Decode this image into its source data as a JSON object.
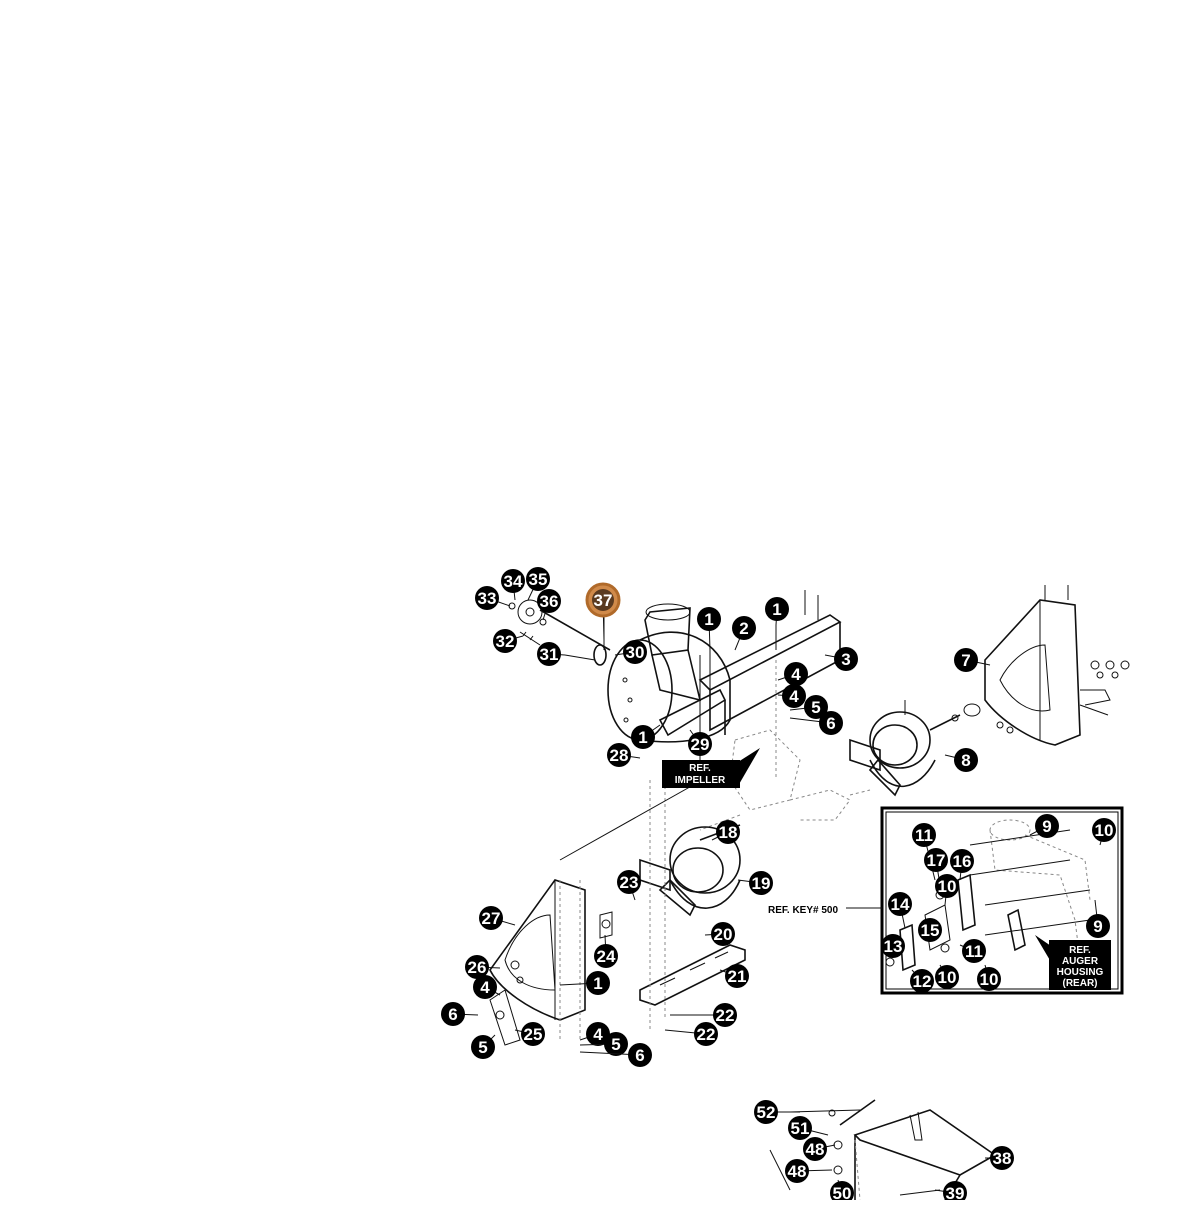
{
  "callouts": [
    {
      "label": "33"
    },
    {
      "label": "34"
    },
    {
      "label": "35"
    },
    {
      "label": "36"
    },
    {
      "label": "37",
      "highlight": true
    },
    {
      "label": "32"
    },
    {
      "label": "31"
    },
    {
      "label": "30"
    },
    {
      "label": "1"
    },
    {
      "label": "1"
    },
    {
      "label": "2"
    },
    {
      "label": "3"
    },
    {
      "label": "4"
    },
    {
      "label": "4"
    },
    {
      "label": "5"
    },
    {
      "label": "6"
    },
    {
      "label": "7"
    },
    {
      "label": "1"
    },
    {
      "label": "29"
    },
    {
      "label": "28"
    },
    {
      "label": "8"
    },
    {
      "label": "9"
    },
    {
      "label": "10"
    },
    {
      "label": "11"
    },
    {
      "label": "18"
    },
    {
      "label": "17"
    },
    {
      "label": "16"
    },
    {
      "label": "19"
    },
    {
      "label": "23"
    },
    {
      "label": "14"
    },
    {
      "label": "10"
    },
    {
      "label": "27"
    },
    {
      "label": "9"
    },
    {
      "label": "15"
    },
    {
      "label": "24"
    },
    {
      "label": "13"
    },
    {
      "label": "11"
    },
    {
      "label": "20"
    },
    {
      "label": "26"
    },
    {
      "label": "10"
    },
    {
      "label": "12"
    },
    {
      "label": "10"
    },
    {
      "label": "21"
    },
    {
      "label": "1"
    },
    {
      "label": "4"
    },
    {
      "label": "6"
    },
    {
      "label": "25"
    },
    {
      "label": "22"
    },
    {
      "label": "5"
    },
    {
      "label": "4"
    },
    {
      "label": "5"
    },
    {
      "label": "22"
    },
    {
      "label": "6"
    },
    {
      "label": "52"
    },
    {
      "label": "51"
    },
    {
      "label": "48"
    },
    {
      "label": "38"
    },
    {
      "label": "48"
    },
    {
      "label": "50"
    },
    {
      "label": "39"
    }
  ],
  "labels": {
    "ref_impeller_line1": "REF.",
    "ref_impeller_line2": "IMPELLER",
    "ref_key": "REF. KEY# 500",
    "ref_auger_line1": "REF.",
    "ref_auger_line2": "AUGER",
    "ref_auger_line3": "HOUSING",
    "ref_auger_line4": "(REAR)"
  },
  "colors": {
    "callout_fill": "#000000",
    "callout_text": "#ffffff",
    "highlight_fill": "#d08a4a",
    "highlight_ring": "#b06a2a",
    "line": "#111111"
  }
}
